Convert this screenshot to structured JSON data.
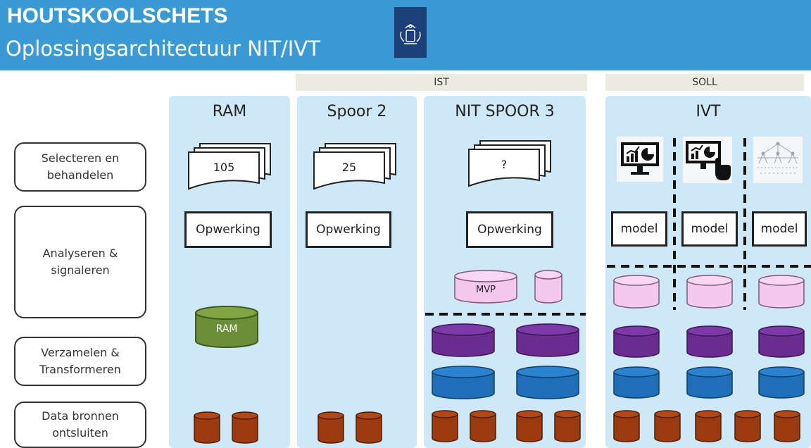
{
  "header": {
    "title": "HOUTSKOOLSCHETS",
    "subtitle": "Oplossingsarchitectuur NIT/IVT"
  },
  "phases": {
    "ist": "IST",
    "soll": "SOLL"
  },
  "row_labels": [
    "Selecteren en\nbehandelen",
    "Analyseren &\nsignaleren",
    "Verzamelen &\nTransformeren",
    "Data bronnen\nontsluiten"
  ],
  "columns": {
    "ram": {
      "title": "RAM",
      "doc_count": "105",
      "process": "Opwerking",
      "db_label": "RAM"
    },
    "spoor2": {
      "title": "Spoor 2",
      "doc_count": "25",
      "process": "Opwerking"
    },
    "nit": {
      "title": "NIT SPOOR 3",
      "doc_count": "?",
      "process": "Opwerking",
      "db_label": "MVP"
    },
    "ivt": {
      "title": "IVT",
      "models": [
        "model",
        "model",
        "model"
      ]
    }
  },
  "colors": {
    "header": "#3b9ad3",
    "column_bg": "#cfe8f8",
    "phase_bar": "#ebebdf",
    "db_green": "#6b8e3a",
    "db_pink": "#f7c8ef",
    "db_purple": "#6a2c91",
    "db_blue": "#1f6fb8",
    "db_brown": "#9a3a0e"
  },
  "icons": [
    "crest-icon",
    "document-stack-icon",
    "database-icon",
    "dashboard-monitor-icon",
    "touch-dashboard-icon",
    "tree-diagram-icon"
  ]
}
